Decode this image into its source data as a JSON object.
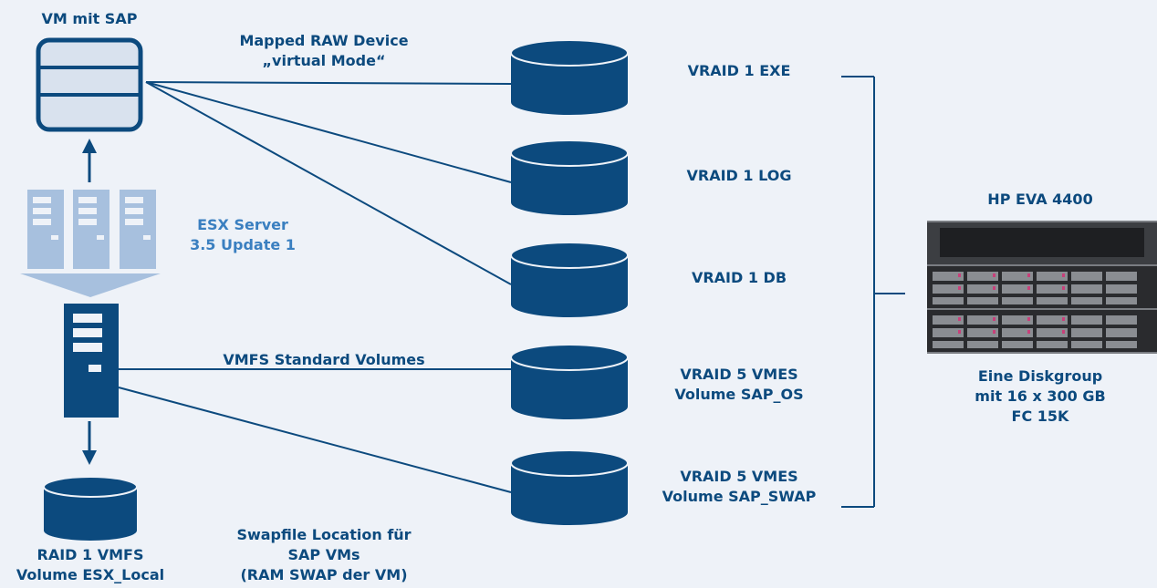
{
  "colors": {
    "navy": "#0c4a7e",
    "light_blue": "#3a7fc0",
    "pale_blue": "#a7c0de",
    "background": "#eef2f8",
    "storage_gray": "#4a4a4a"
  },
  "vm": {
    "title": "VM mit SAP"
  },
  "esx": {
    "line1": "ESX Server",
    "line2": "3.5 Update 1"
  },
  "local_disk": {
    "line1": "RAID 1 VMFS",
    "line2": "Volume ESX_Local"
  },
  "connections": {
    "mapped_line1": "Mapped RAW Device",
    "mapped_line2": "„virtual Mode“",
    "vmfs": "VMFS Standard Volumes",
    "swapfile_line1": "Swapfile Location für",
    "swapfile_line2": "SAP VMs",
    "swapfile_line3": "(RAM SWAP der VM)"
  },
  "volumes": [
    {
      "line1": "VRAID 1 EXE",
      "line2": ""
    },
    {
      "line1": "VRAID 1 LOG",
      "line2": ""
    },
    {
      "line1": "VRAID 1 DB",
      "line2": ""
    },
    {
      "line1": "VRAID 5 VMES",
      "line2": "Volume SAP_OS"
    },
    {
      "line1": "VRAID 5 VMES",
      "line2": "Volume SAP_SWAP"
    }
  ],
  "storage": {
    "title": "HP EVA 4400",
    "line1": "Eine Diskgroup",
    "line2": "mit 16 x 300 GB",
    "line3": "FC 15K"
  }
}
